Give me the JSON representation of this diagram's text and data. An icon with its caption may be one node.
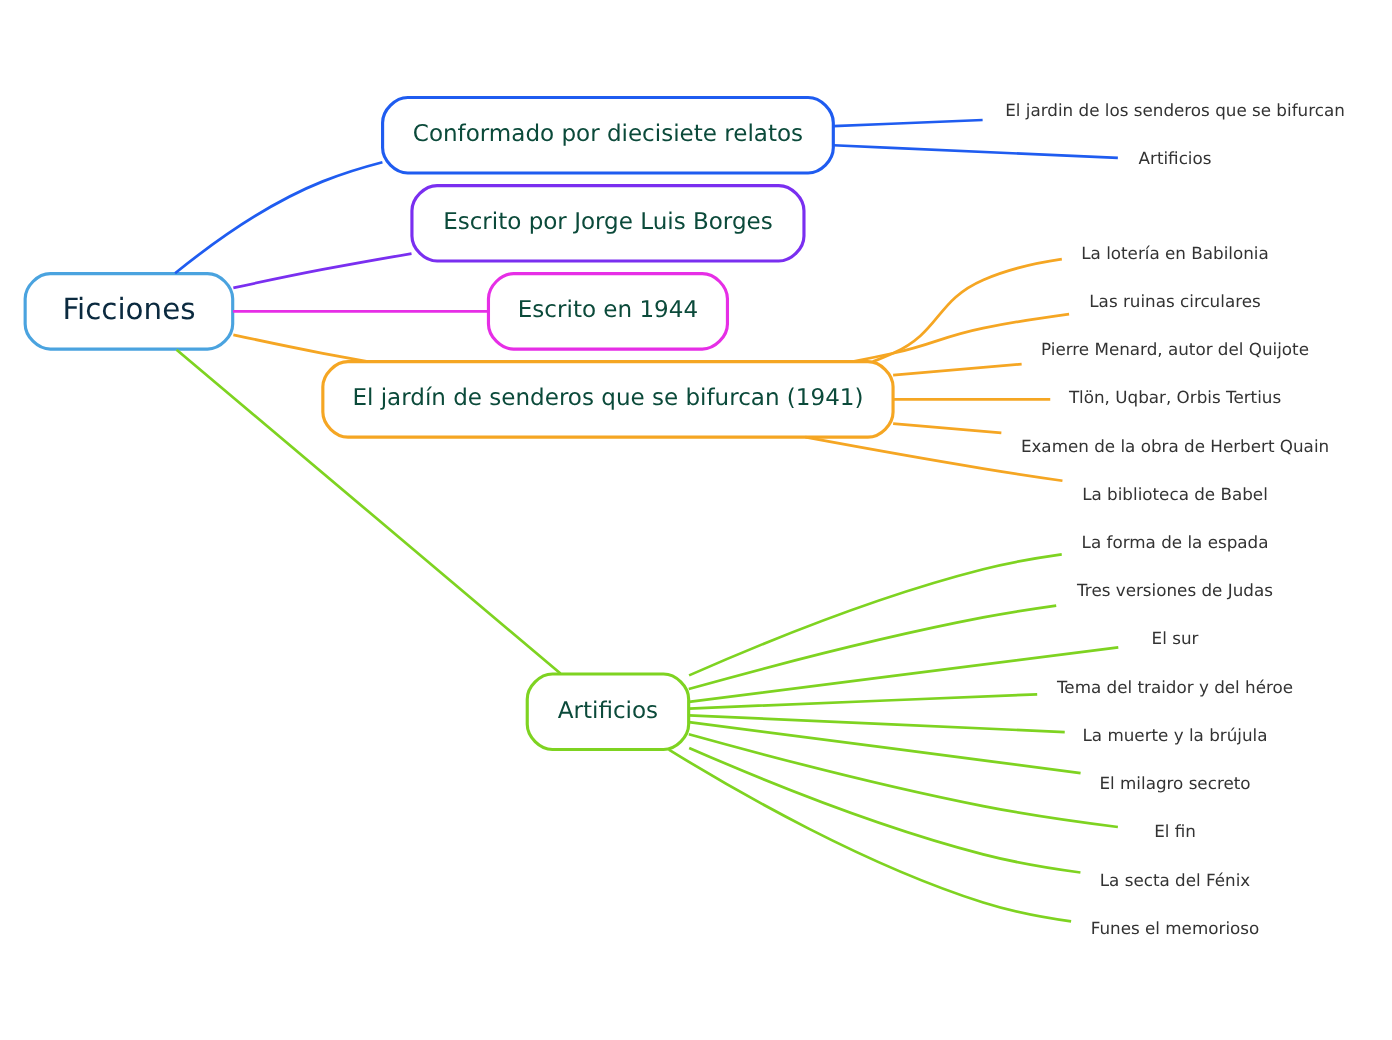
{
  "diagram": {
    "nodes": [
      {
        "text": [
          "Ficciones"
        ]
      },
      {
        "text": [
          "Conformado por diecisiete relatos"
        ]
      },
      {
        "text": [
          "El jardin de los senderos que se bifurcan"
        ]
      },
      {
        "text": [
          "Artificios"
        ]
      },
      {
        "text": [
          "Escrito por Jorge Luis Borges"
        ]
      },
      {
        "text": [
          "Escrito en 1944"
        ]
      },
      {
        "text": [
          "El jardín de senderos que se bifurcan (1941)"
        ]
      },
      {
        "text": [
          "La lotería en Babilonia"
        ]
      },
      {
        "text": [
          "Las ruinas circulares"
        ]
      },
      {
        "text": [
          "Pierre Menard, autor del Quijote"
        ]
      },
      {
        "text": [
          "Tlön, Uqbar, Orbis Tertius"
        ]
      },
      {
        "text": [
          "Examen de la obra de Herbert Quain"
        ]
      },
      {
        "text": [
          "La biblioteca de Babel"
        ]
      },
      {
        "text": [
          "Artificios"
        ]
      },
      {
        "text": [
          "La forma de la espada"
        ]
      },
      {
        "text": [
          "Tres versiones de Judas"
        ]
      },
      {
        "text": [
          "El sur"
        ]
      },
      {
        "text": [
          "Tema del traidor y del héroe"
        ]
      },
      {
        "text": [
          "La muerte y la brújula"
        ]
      },
      {
        "text": [
          "El milagro secreto"
        ]
      },
      {
        "text": [
          "El fin"
        ]
      },
      {
        "text": [
          "La secta del Fénix"
        ]
      },
      {
        "text": [
          "Funes el memorioso"
        ]
      }
    ],
    "edges": [
      {
        "from": 0,
        "to": 1,
        "arrow": "none",
        "color": "#1f5cf0"
      },
      {
        "from": 1,
        "to": 2,
        "arrow": "none",
        "color": "#1f5cf0"
      },
      {
        "from": 1,
        "to": 3,
        "arrow": "none",
        "color": "#1f5cf0"
      },
      {
        "from": 0,
        "to": 4,
        "arrow": "none",
        "color": "#7a2ff0"
      },
      {
        "from": 0,
        "to": 5,
        "arrow": "none",
        "color": "#e62ee6"
      },
      {
        "from": 0,
        "to": 6,
        "arrow": "none",
        "color": "#f5a623"
      },
      {
        "from": 6,
        "to": 7,
        "arrow": "none",
        "color": "#f5a623"
      },
      {
        "from": 6,
        "to": 8,
        "arrow": "none",
        "color": "#f5a623"
      },
      {
        "from": 6,
        "to": 9,
        "arrow": "none",
        "color": "#f5a623"
      },
      {
        "from": 6,
        "to": 10,
        "arrow": "none",
        "color": "#f5a623"
      },
      {
        "from": 6,
        "to": 11,
        "arrow": "none",
        "color": "#f5a623"
      },
      {
        "from": 6,
        "to": 12,
        "arrow": "none",
        "color": "#f5a623"
      },
      {
        "from": 0,
        "to": 13,
        "arrow": "none",
        "color": "#7ed321"
      },
      {
        "from": 13,
        "to": 14,
        "arrow": "none",
        "color": "#7ed321"
      },
      {
        "from": 13,
        "to": 15,
        "arrow": "none",
        "color": "#7ed321"
      },
      {
        "from": 13,
        "to": 16,
        "arrow": "none",
        "color": "#7ed321"
      },
      {
        "from": 13,
        "to": 17,
        "arrow": "none",
        "color": "#7ed321"
      },
      {
        "from": 13,
        "to": 18,
        "arrow": "none",
        "color": "#7ed321"
      },
      {
        "from": 13,
        "to": 19,
        "arrow": "none",
        "color": "#7ed321"
      },
      {
        "from": 13,
        "to": 20,
        "arrow": "none",
        "color": "#7ed321"
      },
      {
        "from": 13,
        "to": 21,
        "arrow": "none",
        "color": "#7ed321"
      },
      {
        "from": 13,
        "to": 22,
        "arrow": "none",
        "color": "#7ed321"
      }
    ]
  }
}
